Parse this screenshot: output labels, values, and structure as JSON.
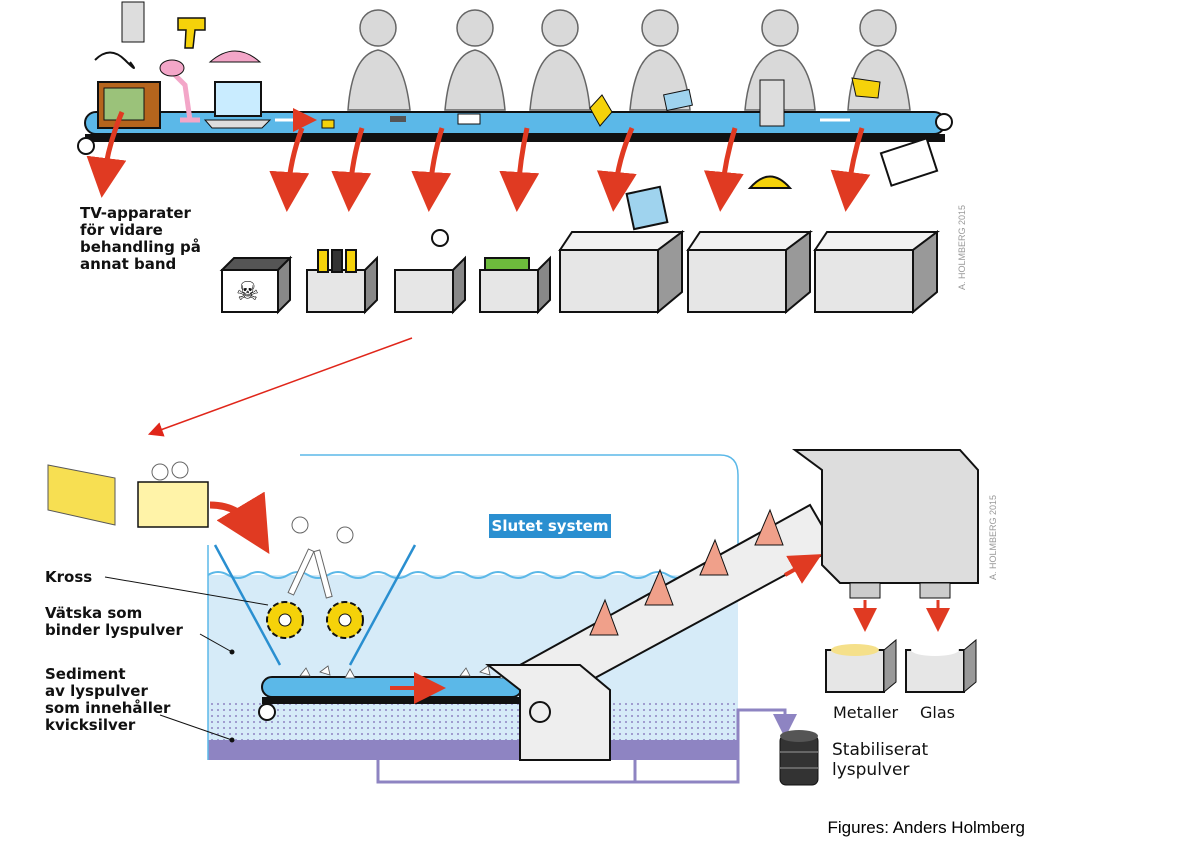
{
  "conveyor_section": {
    "tv_label": "TV-apparater\nför vidare\nbehandling på\nannat band",
    "credit_vertical": "A. HOLMBERG 2015"
  },
  "process_section": {
    "closed_system_label": "Slutet system",
    "crusher_label": "Kross",
    "liquid_label": "Vätska som\nbinder lyspulver",
    "sediment_label": "Sediment\nav lyspulver\nsom innehåller\nkvicksilver",
    "metals_label": "Metaller",
    "glass_label": "Glas",
    "powder_label": "Stabiliserat\nlyspulver",
    "credit_vertical": "A. HOLMBERG 2015"
  },
  "figure_credit": "Figures: Anders Holmberg",
  "colors": {
    "belt_blue": "#5bb8e8",
    "arrow_red": "#e03a22",
    "water": "#d6ebf8",
    "sediment": "#8e84c2",
    "gear_yellow": "#f5d20a",
    "screw_salmon": "#f0a08a",
    "box_grey": "#d9d9d9",
    "badge_blue": "#2a8fd0"
  }
}
